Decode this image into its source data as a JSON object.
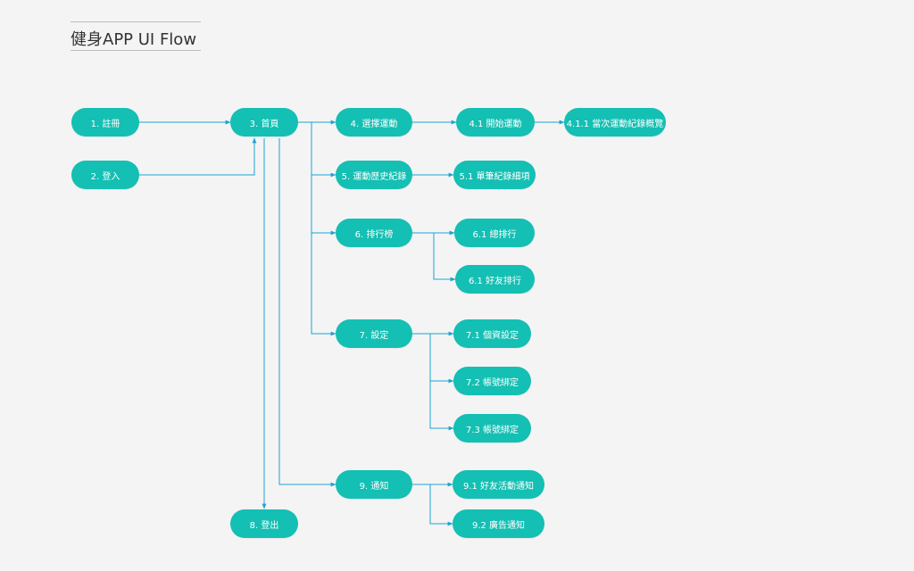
{
  "title": "健身APP UI Flow",
  "colors": {
    "node": "#14bfb3",
    "edge": "#1aa4d4",
    "background": "#f4f4f4"
  },
  "nodes": {
    "n1": "1. 註冊",
    "n2": "2. 登入",
    "n3": "3. 首頁",
    "n4": "4. 選擇運動",
    "n41": "4.1 開始運動",
    "n411": "4.1.1 當次運動紀錄概覽",
    "n5": "5. 運動歷史紀錄",
    "n51": "5.1 單筆紀錄細項",
    "n6": "6. 排行榜",
    "n61a": "6.1 總排行",
    "n61b": "6.1 好友排行",
    "n7": "7. 設定",
    "n71": "7.1 個資設定",
    "n72": "7.2 帳號綁定",
    "n73": "7.3 帳號綁定",
    "n8": "8. 登出",
    "n9": "9. 通知",
    "n91": "9.1 好友活動通知",
    "n92": "9.2 廣告通知"
  }
}
